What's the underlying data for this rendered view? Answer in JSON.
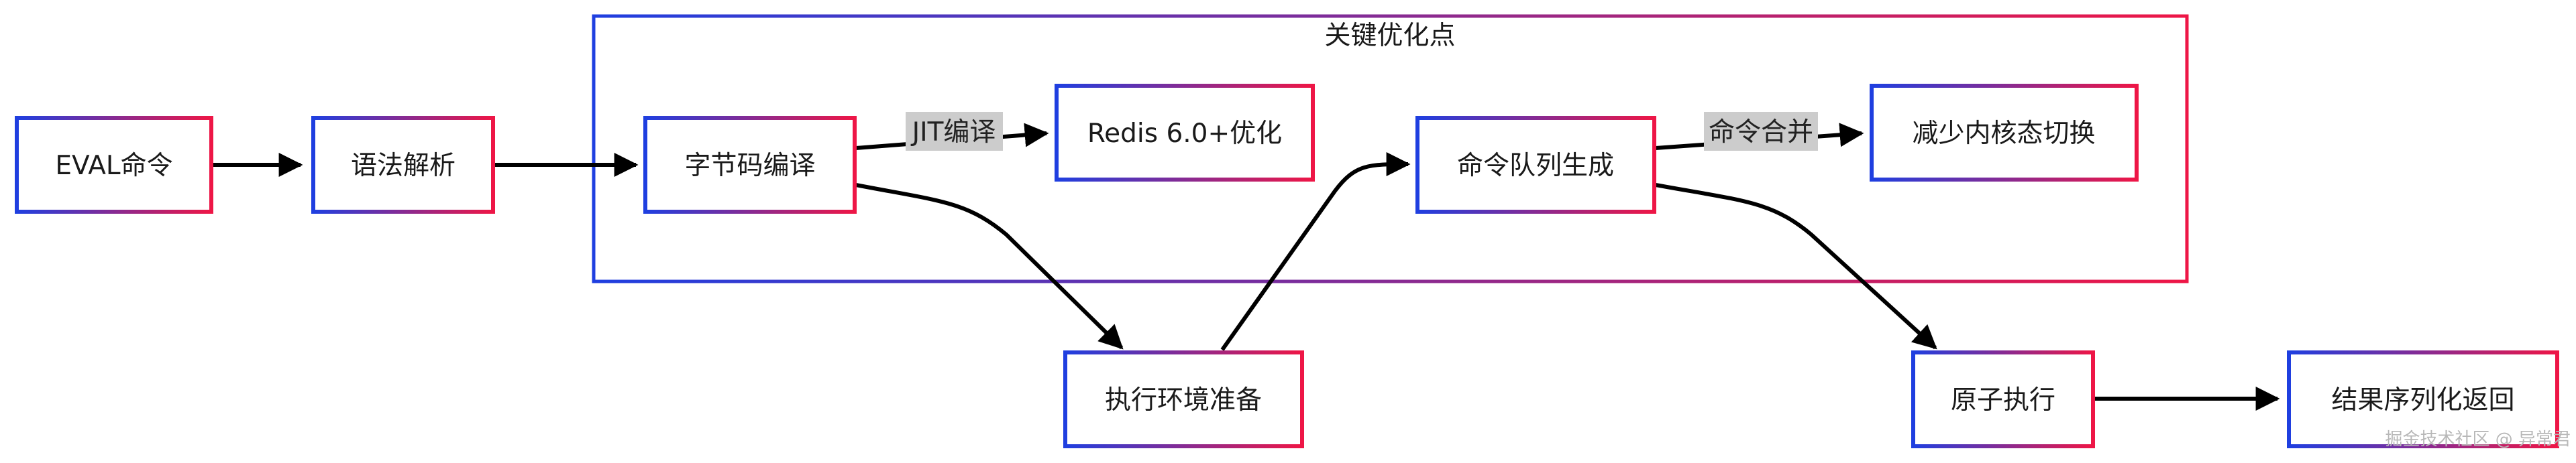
{
  "colors": {
    "border_start": "#1f3fe0",
    "border_end": "#ee1646",
    "edge": "#000000",
    "edge_label_bg": "#cccccc",
    "background": "#ffffff"
  },
  "group": {
    "title": "关键优化点"
  },
  "nodes": {
    "eval": "EVAL命令",
    "parse": "语法解析",
    "bytecode": "字节码编译",
    "redis6": "Redis 6.0+优化",
    "queue": "命令队列生成",
    "reduce": "减少内核态切换",
    "env": "执行环境准备",
    "atomic": "原子执行",
    "result": "结果序列化返回"
  },
  "edge_labels": {
    "jit": "JIT编译",
    "merge": "命令合并"
  },
  "watermark": "掘金技术社区 @ 异常君"
}
